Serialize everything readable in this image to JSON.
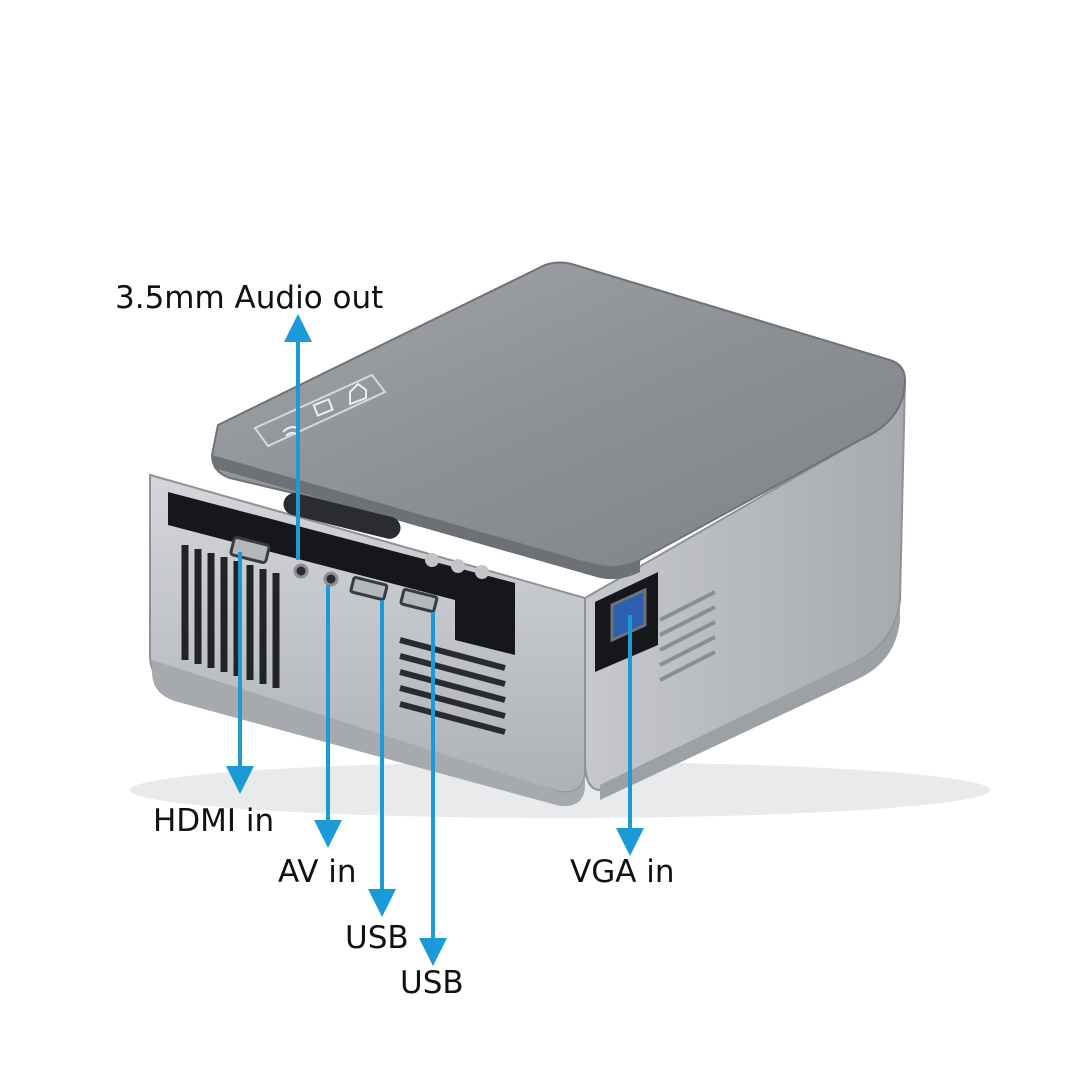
{
  "labels": {
    "audio_out": "3.5mm Audio out",
    "hdmi_in": "HDMI in",
    "av_in": "AV in",
    "usb_1": "USB",
    "usb_2": "USB",
    "vga_in": "VGA in"
  },
  "colors": {
    "background": "#ffffff",
    "body_silver": "#b9bcc2",
    "top_panel": "#8e9196",
    "port_panel": "#16171a",
    "arrow_blue": "#1a9ad6",
    "label_text": "#111111"
  },
  "icons": {
    "wifi": "wifi-icon",
    "input_source": "input-source-icon",
    "home": "home-icon",
    "power": "power-icon"
  }
}
